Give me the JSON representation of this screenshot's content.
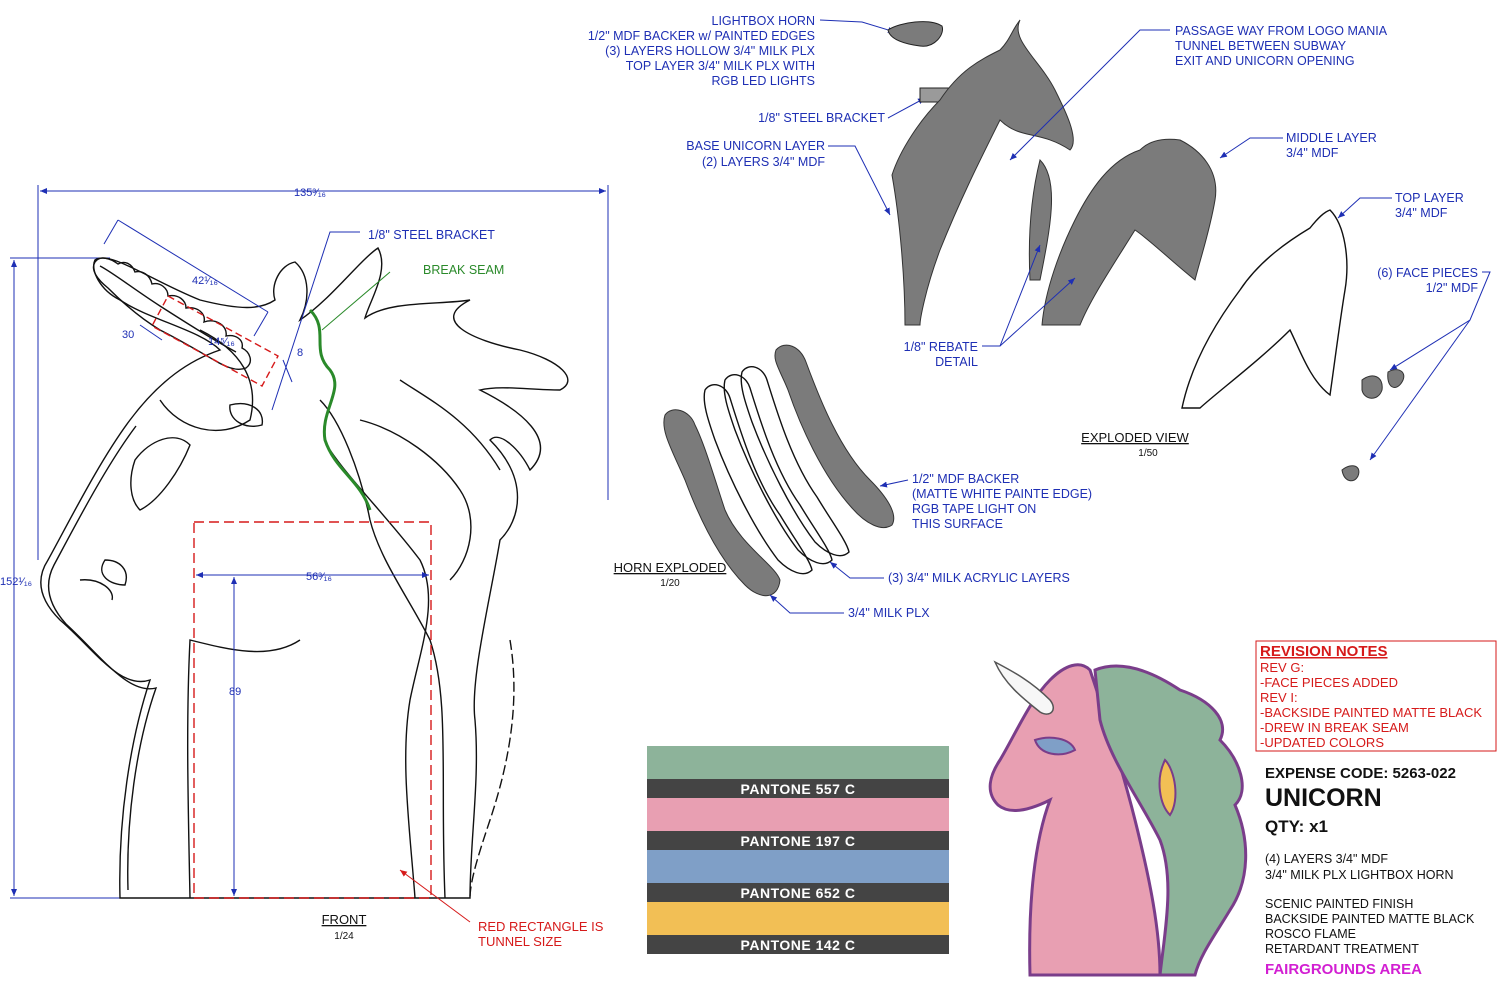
{
  "front": {
    "title": "FRONT",
    "scale": "1/24",
    "dim_width": "135³⁄₁₆",
    "dim_height": "152¹⁄₁₆",
    "dim_horn_len": "42¹⁄₁₆",
    "dim_horn_w": "14⁵⁄₁₆",
    "dim_30": "30",
    "dim_8": "8",
    "dim_tunnel_w": "56³⁄₁₆",
    "dim_tunnel_h": "89",
    "label_steel_bracket": "1/8\" STEEL BRACKET",
    "label_break_seam": "BREAK SEAM",
    "note_red_1": "RED RECTANGLE IS",
    "note_red_2": "TUNNEL SIZE"
  },
  "exploded": {
    "title": "EXPLODED VIEW",
    "scale": "1/50",
    "lightbox_1": "LIGHTBOX HORN",
    "lightbox_2": "1/2\" MDF BACKER w/ PAINTED EDGES",
    "lightbox_3": "(3) LAYERS HOLLOW 3/4\" MILK PLX",
    "lightbox_4": "TOP LAYER 3/4\" MILK PLX WITH",
    "lightbox_5": "RGB LED LIGHTS",
    "steel_bracket": "1/8\" STEEL BRACKET",
    "base_1": "BASE UNICORN LAYER",
    "base_2": "(2) LAYERS 3/4\" MDF",
    "passage_1": "PASSAGE WAY FROM LOGO MANIA",
    "passage_2": "TUNNEL BETWEEN SUBWAY",
    "passage_3": "EXIT AND UNICORN OPENING",
    "middle_1": "MIDDLE LAYER",
    "middle_2": "3/4\" MDF",
    "top_1": "TOP LAYER",
    "top_2": "3/4\" MDF",
    "face_1": "(6) FACE PIECES",
    "face_2": "1/2\" MDF",
    "rebate_1": "1/8\" REBATE",
    "rebate_2": "DETAIL"
  },
  "horn": {
    "title": "HORN EXPLODED",
    "scale": "1/20",
    "backer_1": "1/2\" MDF BACKER",
    "backer_2": "(MATTE WHITE PAINTE EDGE)",
    "backer_3": "RGB TAPE LIGHT ON",
    "backer_4": "THIS SURFACE",
    "acrylic": "(3) 3/4\" MILK ACRYLIC LAYERS",
    "plx": "3/4\" MILK PLX"
  },
  "swatches": [
    {
      "label": "PANTONE 557 C",
      "color": "#8db39a"
    },
    {
      "label": "PANTONE 197 C",
      "color": "#e89fb2"
    },
    {
      "label": "PANTONE 652 C",
      "color": "#7f9fc7"
    },
    {
      "label": "PANTONE 142 C",
      "color": "#f2bf55"
    }
  ],
  "colors": {
    "blue": "#1e2fb4",
    "red": "#d61a1a",
    "green": "#2a8a2a",
    "magenta": "#d21fd2",
    "swatch_band": "#444444"
  },
  "revision": {
    "title": "REVISION NOTES",
    "lines": [
      "REV G:",
      "-FACE PIECES ADDED",
      "REV I:",
      "-BACKSIDE PAINTED MATTE BLACK",
      "-DREW IN BREAK SEAM",
      "-UPDATED COLORS"
    ]
  },
  "info": {
    "expense": "EXPENSE CODE: 5263-022",
    "name": "UNICORN",
    "qty": "QTY: x1",
    "spec_1": "(4) LAYERS 3/4\" MDF",
    "spec_2": "3/4\" MILK PLX LIGHTBOX HORN",
    "fin_1": "SCENIC PAINTED FINISH",
    "fin_2": "BACKSIDE PAINTED MATTE BLACK",
    "fin_3": "ROSCO FLAME",
    "fin_4": "RETARDANT TREATMENT",
    "area": "FAIRGROUNDS AREA"
  }
}
